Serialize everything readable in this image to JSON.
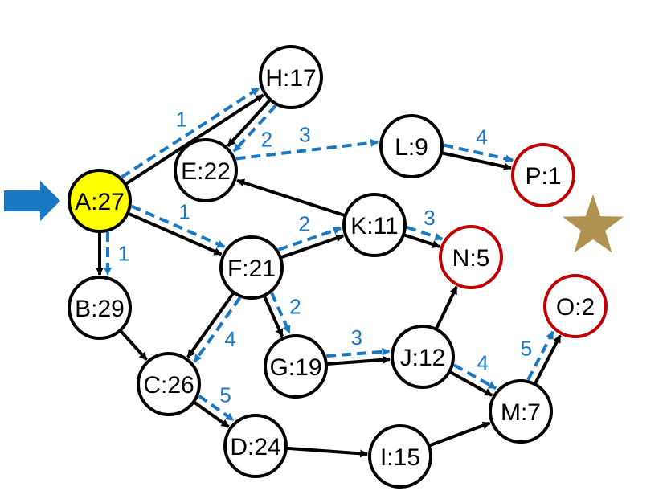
{
  "diagram": {
    "nodes": [
      {
        "id": "A",
        "label": "A:27",
        "style": "start"
      },
      {
        "id": "H",
        "label": "H:17",
        "style": "normal"
      },
      {
        "id": "E",
        "label": "E:22",
        "style": "normal"
      },
      {
        "id": "L",
        "label": "L:9",
        "style": "normal"
      },
      {
        "id": "P",
        "label": "P:1",
        "style": "goal"
      },
      {
        "id": "K",
        "label": "K:11",
        "style": "normal"
      },
      {
        "id": "N",
        "label": "N:5",
        "style": "goal"
      },
      {
        "id": "F",
        "label": "F:21",
        "style": "normal"
      },
      {
        "id": "B",
        "label": "B:29",
        "style": "normal"
      },
      {
        "id": "O",
        "label": "O:2",
        "style": "goal"
      },
      {
        "id": "C",
        "label": "C:26",
        "style": "normal"
      },
      {
        "id": "G",
        "label": "G:19",
        "style": "normal"
      },
      {
        "id": "J",
        "label": "J:12",
        "style": "normal"
      },
      {
        "id": "M",
        "label": "M:7",
        "style": "normal"
      },
      {
        "id": "D",
        "label": "D:24",
        "style": "normal"
      },
      {
        "id": "I",
        "label": "I:15",
        "style": "normal"
      }
    ],
    "edges": [
      {
        "from": "A",
        "to": "H"
      },
      {
        "from": "H",
        "to": "E"
      },
      {
        "from": "A",
        "to": "F"
      },
      {
        "from": "A",
        "to": "B"
      },
      {
        "from": "L",
        "to": "P"
      },
      {
        "from": "K",
        "to": "E"
      },
      {
        "from": "F",
        "to": "K"
      },
      {
        "from": "K",
        "to": "N"
      },
      {
        "from": "F",
        "to": "C"
      },
      {
        "from": "F",
        "to": "G"
      },
      {
        "from": "B",
        "to": "C"
      },
      {
        "from": "G",
        "to": "J"
      },
      {
        "from": "J",
        "to": "N"
      },
      {
        "from": "J",
        "to": "M"
      },
      {
        "from": "M",
        "to": "O"
      },
      {
        "from": "C",
        "to": "D"
      },
      {
        "from": "D",
        "to": "I"
      },
      {
        "from": "I",
        "to": "M"
      }
    ],
    "search_steps": [
      {
        "from": "A",
        "to": "H",
        "step": "1"
      },
      {
        "from": "H",
        "to": "E",
        "step": "2"
      },
      {
        "from": "E",
        "to": "L",
        "step": "3"
      },
      {
        "from": "L",
        "to": "P",
        "step": "4"
      },
      {
        "from": "A",
        "to": "F",
        "step": "1"
      },
      {
        "from": "A",
        "to": "B",
        "step": "1"
      },
      {
        "from": "F",
        "to": "K",
        "step": "2"
      },
      {
        "from": "K",
        "to": "N",
        "step": "3"
      },
      {
        "from": "F",
        "to": "G",
        "step": "2"
      },
      {
        "from": "F",
        "to": "C",
        "step": "4"
      },
      {
        "from": "G",
        "to": "J",
        "step": "3"
      },
      {
        "from": "J",
        "to": "M",
        "step": "4"
      },
      {
        "from": "M",
        "to": "O",
        "step": "5"
      },
      {
        "from": "C",
        "to": "D",
        "step": "5"
      }
    ],
    "colors": {
      "start_fill": "#ffff00",
      "goal_stroke": "#c00000",
      "step_blue": "#1a78c2",
      "star": "#b09350",
      "entry_arrow": "#1a78c2",
      "edge": "#000000"
    },
    "icons": {
      "entry": "entry-arrow-icon",
      "goal": "star-icon"
    }
  }
}
